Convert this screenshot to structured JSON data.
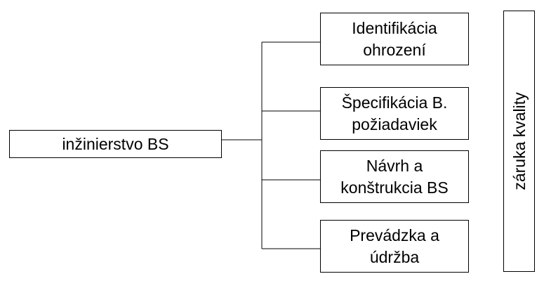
{
  "diagram": {
    "root": {
      "label": "inžinierstvo BS"
    },
    "children": [
      {
        "line1": "Identifikácia",
        "line2": "ohrození"
      },
      {
        "line1": "Špecifikácia B.",
        "line2": "požiadaviek"
      },
      {
        "line1": "Návrh a",
        "line2": "konštrukcia BS"
      },
      {
        "line1": "Prevádzka a",
        "line2": "údržba"
      }
    ],
    "side": {
      "label": "záruka kvality"
    },
    "colors": {
      "line": "#000000",
      "box_border": "#000000",
      "text": "#000000",
      "background": "#ffffff"
    }
  }
}
